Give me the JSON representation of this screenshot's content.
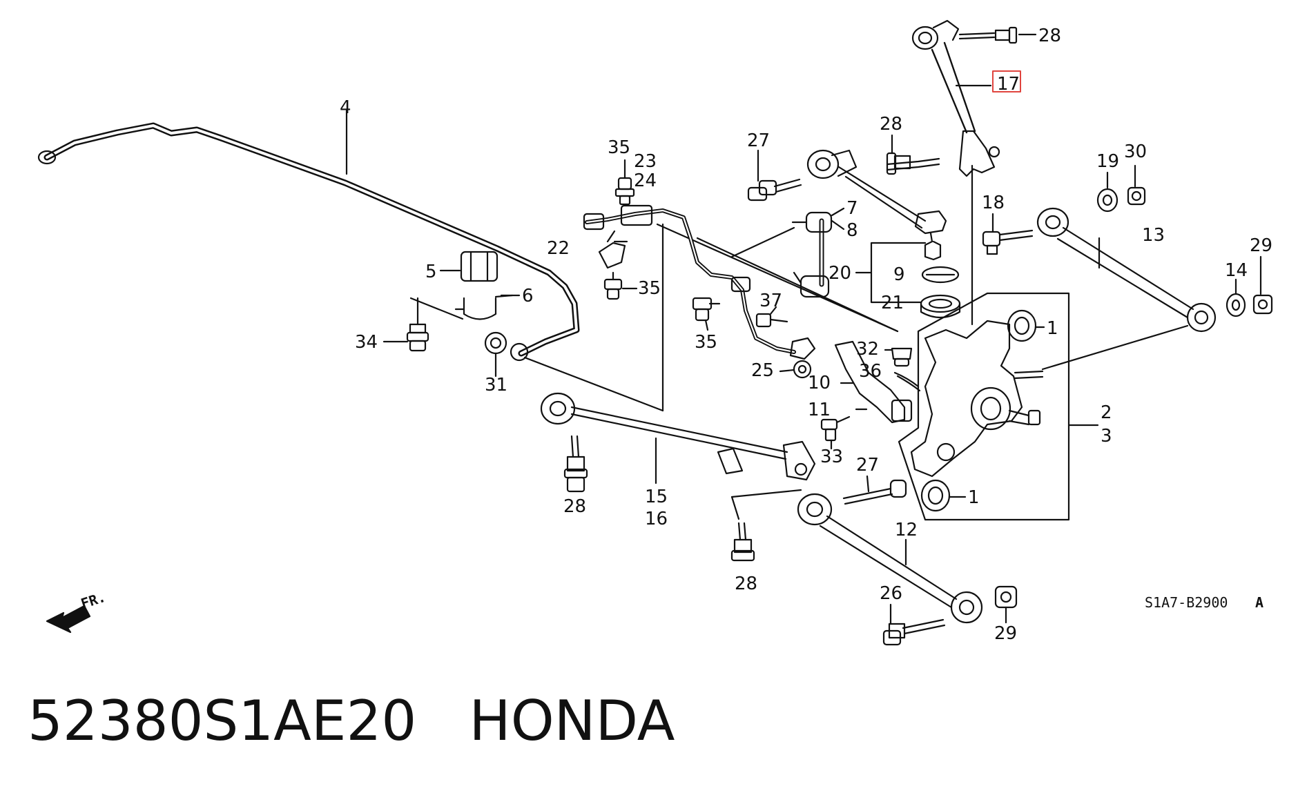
{
  "callouts": {
    "c1a": "1",
    "c1b": "1",
    "c2": "2",
    "c3": "3",
    "c4": "4",
    "c5": "5",
    "c6": "6",
    "c7": "7",
    "c8": "8",
    "c9": "9",
    "c10": "10",
    "c11": "11",
    "c12": "12",
    "c13": "13",
    "c14": "14",
    "c15": "15",
    "c16": "16",
    "c17": "17",
    "c18": "18",
    "c19": "19",
    "c20": "20",
    "c21": "21",
    "c22": "22",
    "c23": "23",
    "c24": "24",
    "c25": "25",
    "c26": "26",
    "c27a": "27",
    "c27b": "27",
    "c28a": "28",
    "c28b": "28",
    "c28c": "28",
    "c28d": "28",
    "c29a": "29",
    "c29b": "29",
    "c30": "30",
    "c31": "31",
    "c32": "32",
    "c33": "33",
    "c34": "34",
    "c35a": "35",
    "c35b": "35",
    "c35c": "35",
    "c36": "36",
    "c37": "37"
  },
  "front_marker": "FR.",
  "diagram_code": "S1A7-B2900",
  "diagram_code_suffix": "A",
  "part_number": "52380S1AE20",
  "brand": "HONDA",
  "highlight_color": "#e0443e"
}
